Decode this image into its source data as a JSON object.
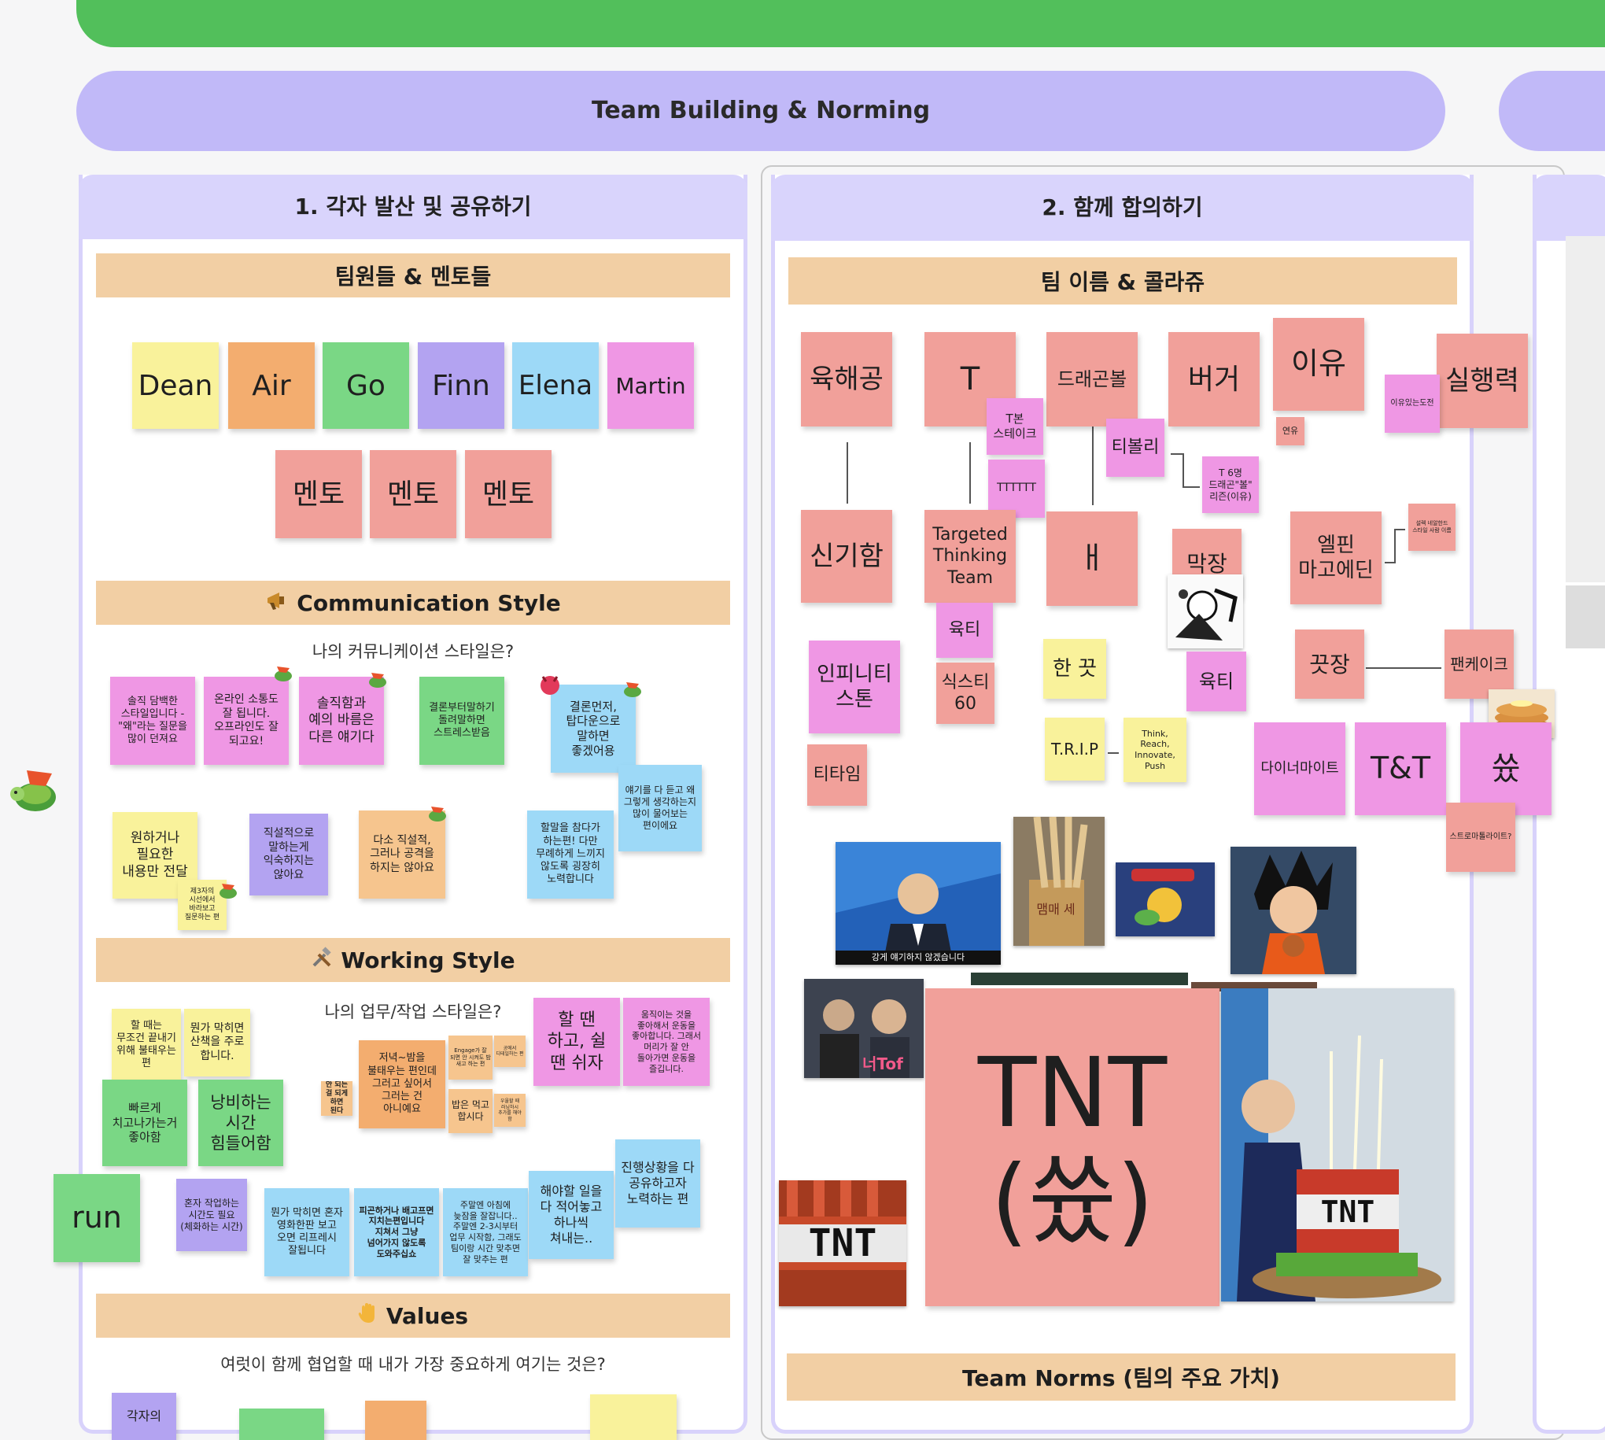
{
  "board": {
    "title": "Team Building & Norming"
  },
  "section1": {
    "title": "1. 각자 발산 및 공유하기",
    "members_band": "팀원들 & 멘토들",
    "members": [
      "Dean",
      "Air",
      "Go",
      "Finn",
      "Elena",
      "Martin"
    ],
    "mentor_label": "멘토",
    "comm_band": "Communication Style",
    "comm_icon": "megaphone-icon",
    "comm_question": "나의 커뮤니케이션 스타일은?",
    "comm_notes": [
      "솔직 담백한 스타일입니다 - \"왜\"라는 질문을 많이 던져요",
      "온라인 소통도 잘 됩니다. 오프라인도 잘 되고요!",
      "솔직함과 예의 바름은 다른 얘기다",
      "결론부터말하기 돌려말하면 스트레스받음",
      "결론먼저, 탑다운으로 말하면 좋겠어용",
      "얘기를 다 듣고 왜 그렇게 생각하는지 많이 물어보는 편이에요",
      "원하거나 필요한 내용만 전달",
      "제3자의 시선에서 바라보고 질문하는 편",
      "직설적으로 말하는게 익숙하지는 않아요",
      "다소 직설적, 그러나 공격을 하지는 않아요",
      "할말을 참다가 하는편! 다만 무례하게 느끼지 않도록 굉장히 노력합니다"
    ],
    "work_band": "Working Style",
    "work_icon": "tools-icon",
    "work_question": "나의 업무/작업 스타일은?",
    "work_notes": [
      "할 때는 무조건 끝내기 위해 불태우는 편",
      "뭔가 막히면 산책을 주로 합니다.",
      "빠르게 치고나가는거 좋아함",
      "낭비하는 시간 힘들어함",
      "run",
      "혼자 작업하는 시간도 필요 (체화하는 시간)",
      "뭔가 막히면 혼자 영화한판 보고 오면 리프레시 잘됩니다",
      "피곤하거나 배고프면 지치는편입니다 지쳐서 그냥 넘어가지 않도록 도와주십쇼",
      "주말엔 아침에 늦잠을 잘잡니다.. 주말엔 2-3시부터 업무 시작함, 그래도 팀이랑 시간 맞추면 잘 맞추는 편",
      "해야할 일을 다 적어놓고 하나씩 쳐내는..",
      "진행상황을 다 공유하고자 노력하는 편",
      "저녁~밤을 불태우는 편인데 그러고 싶어서 그러는 건 아니예요",
      "Engage가 잘 되면 안 시켜도 밤 새고 하는 편",
      "공에서 디테일하는 편",
      "밥은 먹고 합시다",
      "우울할 때 러닝하시 추가를 해야 함",
      "안 되는 걸 되게 하면 된다",
      "할 땐 하고, 쉴 땐 쉬자",
      "움직이는 것을 좋아해서 운동을 좋아합니다. 그래서 머리가 잘 안 돌아가면 운동을 즐깁니다."
    ],
    "values_band": "Values",
    "values_icon": "hand-icon",
    "values_question": "여럿이 함께 협업할 때 내가 가장 중요하게 여기는 것은?",
    "values_note": "각자의"
  },
  "section2": {
    "title": "2. 함께 합의하기",
    "names_band": "팀 이름 & 콜라쥬",
    "notes": {
      "yukhaegong": "육해공",
      "t": "T",
      "dragonball": "드래곤볼",
      "burger": "버거",
      "reason": "이유",
      "action": "실행력",
      "reason_small": "이유있는도전",
      "yeonyu": "연유",
      "tbone": "T본 스테이크",
      "tttttt": "TTTTTT",
      "tibolli": "티볼리",
      "t6": "T 6명 드래곤\"볼\" 리즌(이유)",
      "singiham": "신기함",
      "ttt": "Targeted Thinking Team",
      "hangul": "ㅐ",
      "makjang": "막장",
      "elpin": "엘핀 마고에딘",
      "elpin_small": "설렉 네알한드 스타일 사람 이름",
      "yukti": "육티",
      "infinity": "인피니티 스톤",
      "sixty": "식스티 60",
      "hankkut": "한 끗",
      "yukti2": "육티",
      "kkutjang": "끗장",
      "pancake": "팬케이크",
      "titime": "티타임",
      "trip": "T.R.I.P",
      "trip_sub": "Think, Reach, Innovate, Push",
      "dynamite": "다이너마이트",
      "tnt_and": "T&T",
      "ssot": "쓨",
      "strom": "스트로마톨라이트?",
      "tnt_big_1": "TNT",
      "tnt_big_2": "(쓨)"
    },
    "photo_captions": {
      "news": "강게 얘기하지 않겠습니다",
      "sign": "맴매 세",
      "tnt_block": "TNT",
      "cake": "TNT",
      "performer": "너Tof"
    },
    "norms_band": "Team Norms (팀의 주요 가치)"
  }
}
